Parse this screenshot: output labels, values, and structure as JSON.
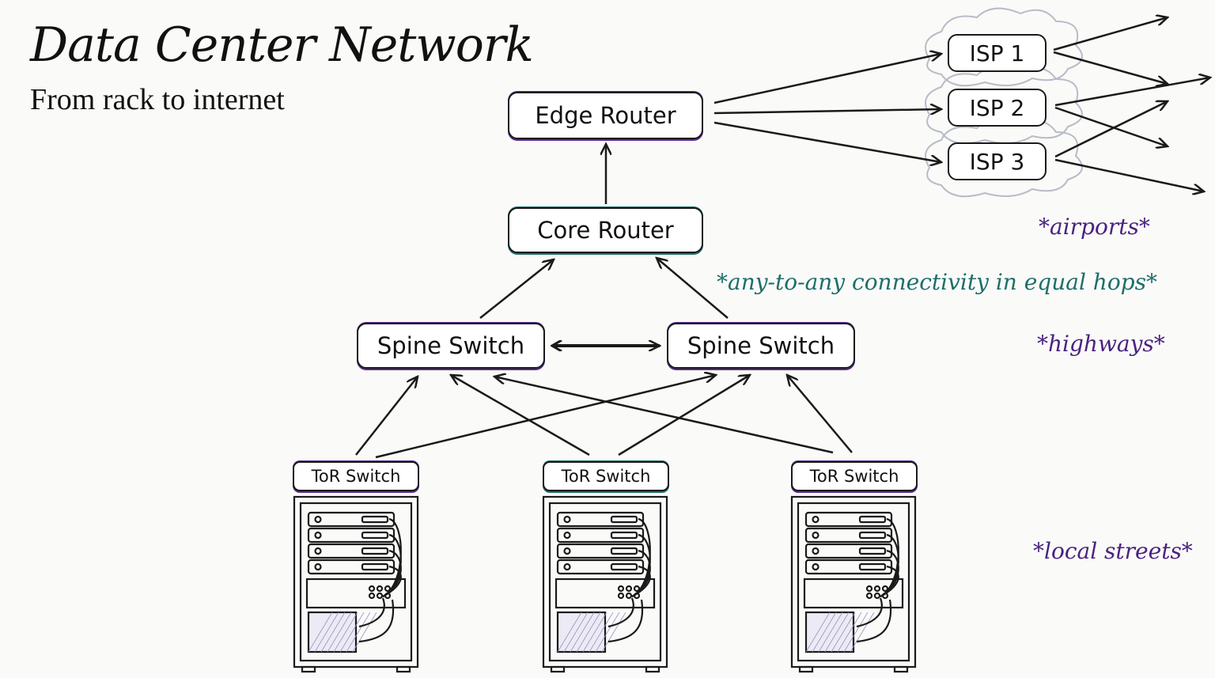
{
  "header": {
    "title": "Data Center Network",
    "subtitle": "From rack to internet"
  },
  "nodes": {
    "edge_router": "Edge Router",
    "core_router": "Core Router",
    "spine_switches": [
      "Spine Switch",
      "Spine Switch"
    ],
    "isps": [
      "ISP 1",
      "ISP 2",
      "ISP 3"
    ],
    "tor_switches": [
      "ToR Switch",
      "ToR Switch",
      "ToR Switch"
    ]
  },
  "annotations": {
    "airports": "*airports*",
    "any_to_any": "*any-to-any connectivity in equal hops*",
    "highways": "*highways*",
    "local_streets": "*local streets*"
  },
  "colors": {
    "purple_accent": "#5b2a91",
    "teal_accent": "#1e6e6a",
    "stroke": "#1a1a1a",
    "cloud": "#b8bcc8"
  },
  "connections": [
    {
      "from": "Core Router",
      "to": "Edge Router"
    },
    {
      "from": "Edge Router",
      "to": "ISP 1"
    },
    {
      "from": "Edge Router",
      "to": "ISP 2"
    },
    {
      "from": "Edge Router",
      "to": "ISP 3"
    },
    {
      "from": "Spine Switch 1",
      "to": "Core Router"
    },
    {
      "from": "Spine Switch 2",
      "to": "Core Router"
    },
    {
      "from": "Spine Switch 1",
      "to": "Spine Switch 2",
      "bidirectional": true
    },
    {
      "from": "ToR Switch 1",
      "to": "Spine Switch 1"
    },
    {
      "from": "ToR Switch 1",
      "to": "Spine Switch 2"
    },
    {
      "from": "ToR Switch 2",
      "to": "Spine Switch 1"
    },
    {
      "from": "ToR Switch 2",
      "to": "Spine Switch 2"
    },
    {
      "from": "ToR Switch 3",
      "to": "Spine Switch 1"
    },
    {
      "from": "ToR Switch 3",
      "to": "Spine Switch 2"
    }
  ]
}
